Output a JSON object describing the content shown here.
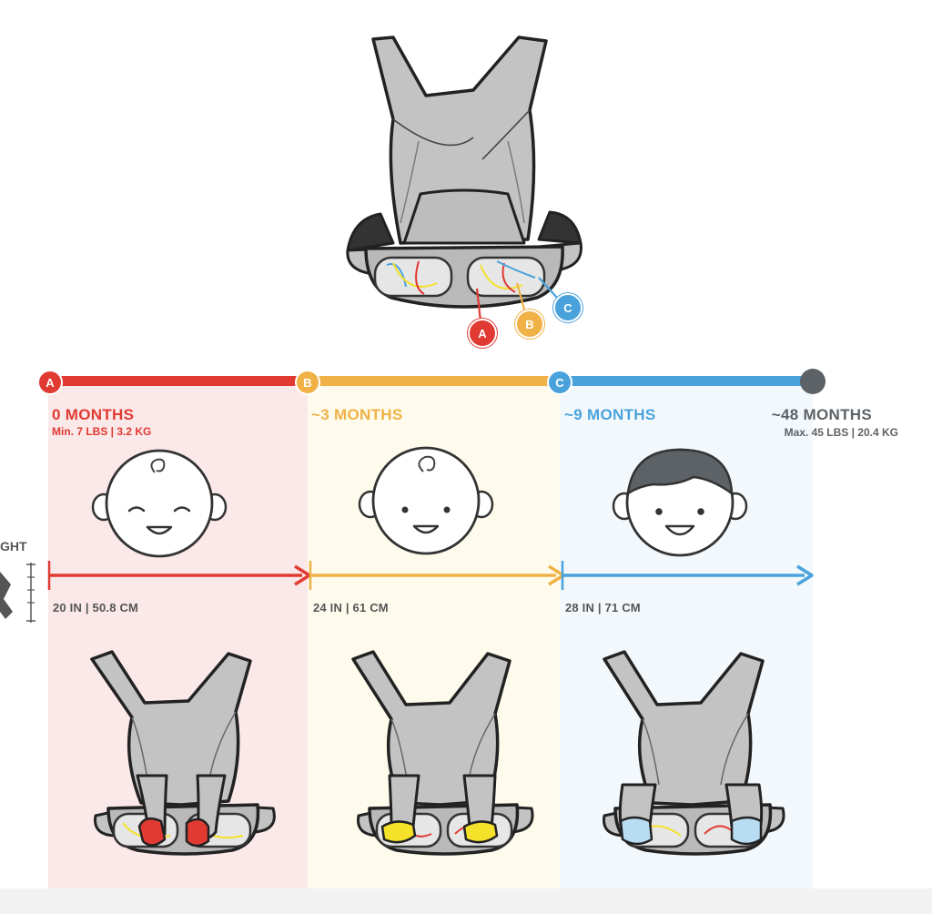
{
  "colors": {
    "stage_a": "#e03a33",
    "stage_b": "#f0b246",
    "stage_c": "#4aa2dc",
    "end": "#5d6266",
    "carrier_gray": "#c3c3c3",
    "yellow_seat": "#f5e12a",
    "blue_seat": "#b8dcf2"
  },
  "top_carrier": {
    "callouts": [
      "A",
      "B",
      "C"
    ]
  },
  "timeline": {
    "markers": [
      "A",
      "B",
      "C"
    ],
    "stages": [
      {
        "id": "A",
        "title": "0 MONTHS",
        "weight": "Min. 7 LBS | 3.2 KG",
        "length": "20 IN | 50.8 CM",
        "face": "sleeping-newborn-face-icon"
      },
      {
        "id": "B",
        "title": "~3 MONTHS",
        "weight": "",
        "length": "24 IN | 61 CM",
        "face": "infant-face-icon"
      },
      {
        "id": "C",
        "title": "~9 MONTHS",
        "weight": "",
        "length": "28 IN | 71 CM",
        "face": "toddler-face-icon"
      }
    ],
    "end": {
      "title": "~48 MONTHS",
      "weight": "Max. 45 LBS | 20.4 KG"
    }
  },
  "height_axis": {
    "label": "GHT",
    "icon": "child-height-icon"
  }
}
